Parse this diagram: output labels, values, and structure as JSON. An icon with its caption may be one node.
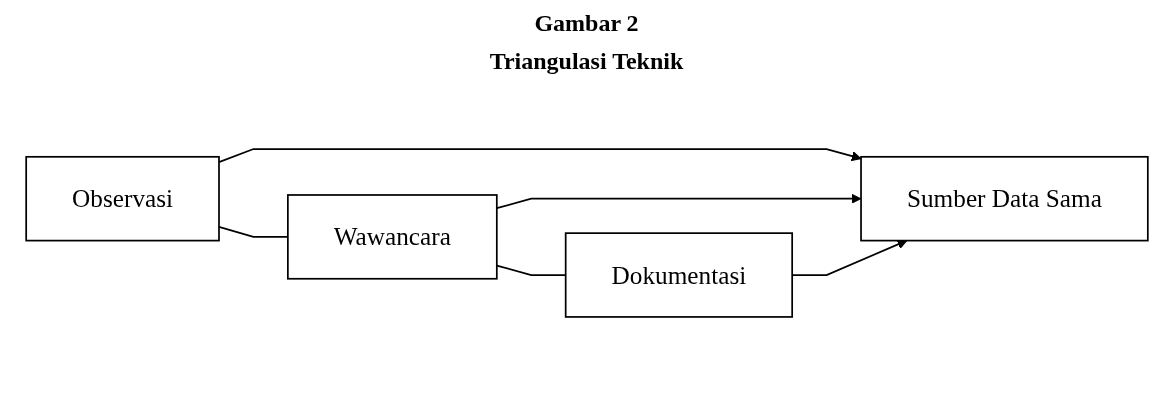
{
  "diagram": {
    "title": "Gambar 2",
    "nodes": [
      {
        "text": [
          "Observasi"
        ]
      },
      {
        "text": [
          "Wawancara"
        ]
      },
      {
        "text": [
          "Dokumentasi"
        ]
      },
      {
        "text": [
          "Sumber Data Sama"
        ]
      }
    ],
    "edges": [
      {
        "from": 0,
        "to": 1,
        "arrow": "none"
      },
      {
        "from": 1,
        "to": 2,
        "arrow": "none"
      },
      {
        "from": 0,
        "to": 3,
        "arrow": "to"
      },
      {
        "from": 1,
        "to": 3,
        "arrow": "to"
      },
      {
        "from": 2,
        "to": 3,
        "arrow": "to"
      }
    ],
    "labels": [
      "Triangulasi Teknik"
    ]
  }
}
